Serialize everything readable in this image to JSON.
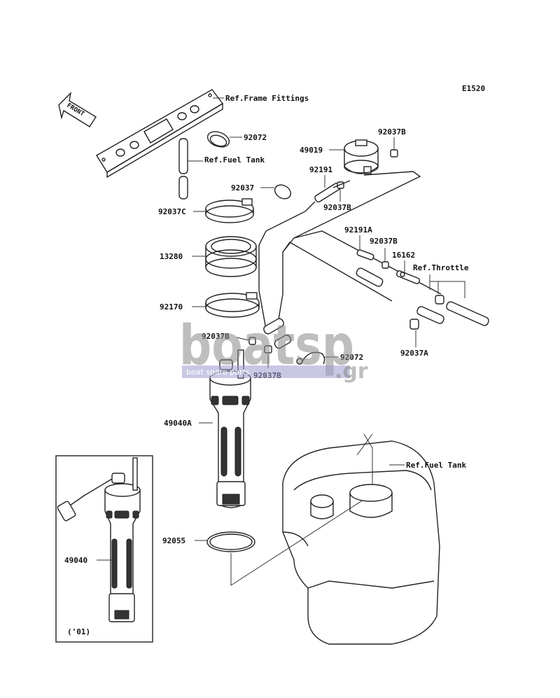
{
  "diagram_code": "E1520",
  "front_arrow_label": "FRONT",
  "references": {
    "frame_fittings": "Ref.Frame Fittings",
    "fuel_tank_hose": "Ref.Fuel Tank",
    "throttle": "Ref.Throttle",
    "fuel_tank_main": "Ref.Fuel Tank"
  },
  "parts": {
    "p92072_top": "92072",
    "p49019": "49019",
    "p92037B_top": "92037B",
    "p92191": "92191",
    "p92037": "92037",
    "p92037B_mid": "92037B",
    "p92037C": "92037C",
    "p92191A": "92191A",
    "p92037B_right": "92037B",
    "p16162": "16162",
    "p13280": "13280",
    "p92170": "92170",
    "p92037B_left": "92037B",
    "p92072_bottom": "92072",
    "p92037B_lower": "92037B",
    "p92037A": "92037A",
    "p49040A": "49040A",
    "p92055": "92055",
    "p49040": "49040"
  },
  "inset_note": "('01)",
  "watermark": {
    "brand": "boatsp",
    "tagline": "boat spare parts",
    "domain": ".gr"
  }
}
